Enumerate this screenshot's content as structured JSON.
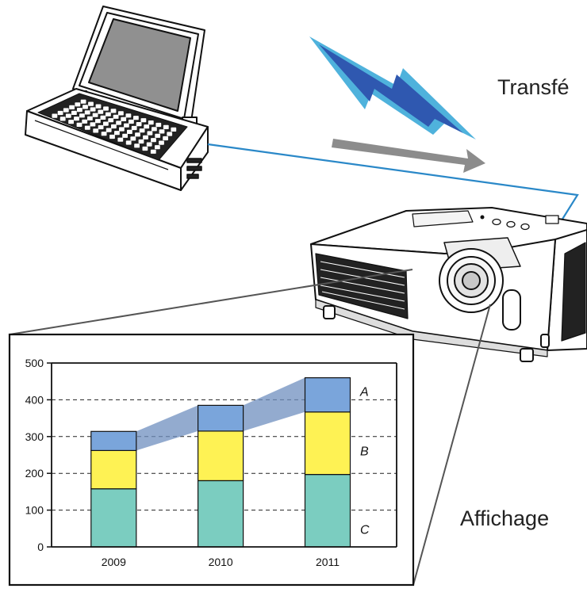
{
  "captions": {
    "transfer": "Transfé",
    "display": "Affichage"
  },
  "icons": {
    "laptop": "laptop-icon",
    "projector": "projector-icon",
    "wireless": "lightning-bolt-icon",
    "transfer_arrow": "arrow-right-icon"
  },
  "colors": {
    "cable": "#2a88c8",
    "bolt_dark": "#2f58b0",
    "bolt_light": "#4fb2dc",
    "arrow": "#8c8c8c",
    "segment_C": "#7bcdc0",
    "segment_B": "#fef254",
    "segment_A": "#7aa5db",
    "connector": "#6f8fbf"
  },
  "chart_data": {
    "type": "bar",
    "stacked": true,
    "categories": [
      "2009",
      "2010",
      "2011"
    ],
    "series": [
      {
        "name": "C",
        "values": [
          158,
          180,
          197
        ]
      },
      {
        "name": "B",
        "values": [
          104,
          135,
          170
        ]
      },
      {
        "name": "A",
        "values": [
          52,
          70,
          93
        ]
      }
    ],
    "title": "",
    "xlabel": "",
    "ylabel": "",
    "ylim": [
      0,
      500
    ],
    "yticks": [
      "0",
      "100",
      "200",
      "300",
      "400",
      "500"
    ],
    "grid": "dashed horizontal",
    "segment_labels": [
      "A",
      "B",
      "C"
    ]
  }
}
